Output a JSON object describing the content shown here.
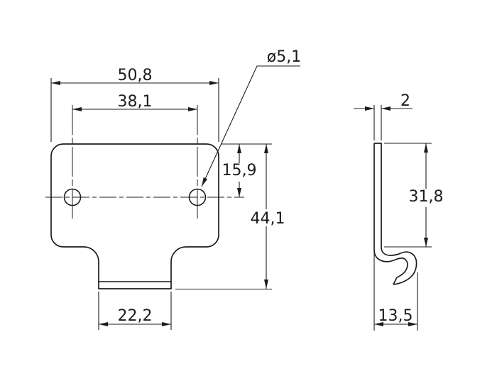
{
  "drawing": {
    "background": "#ffffff",
    "line_color": "#1c1c1c",
    "front_view": {
      "overall_width": "50,8",
      "hole_spacing": "38,1",
      "hole_offset_from_top": "15,9",
      "overall_height": "44,1",
      "tab_width": "22,2",
      "hole_diameter": "ø5,1"
    },
    "side_view": {
      "thickness": "2",
      "flat_height": "31,8",
      "hook_depth": "13,5"
    }
  }
}
